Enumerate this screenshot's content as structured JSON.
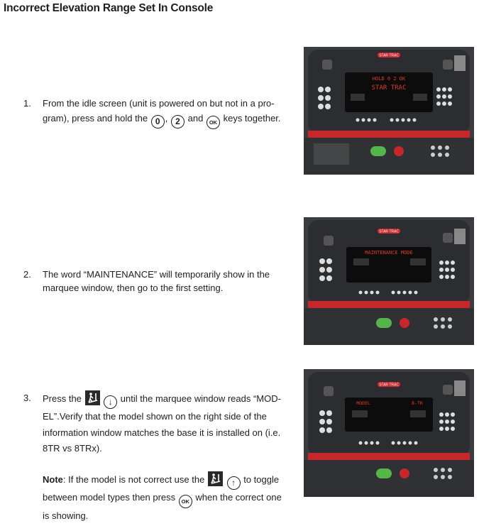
{
  "title": "Incorrect Elevation Range Set In Console",
  "brand_text": "STAR TRAC",
  "steps": [
    {
      "number": "1.",
      "line1": "From the idle screen (unit is powered on but not in a pro-",
      "line2_a": "gram), press and hold the",
      "key_a": "0",
      "sep_a": ",",
      "key_b": "2",
      "sep_b": "and",
      "key_c": "OK",
      "line2_end": "keys together.",
      "marquee": "HOLD 0 2 OK",
      "display_big": "STAR TRAC"
    },
    {
      "number": "2.",
      "line1": "The word “MAINTENANCE” will temporarily show in the",
      "line2": "marquee window, then go to the first setting.",
      "marquee": "MAINTENANCE MODE"
    },
    {
      "number": "3.",
      "press_the": "Press the",
      "line1_end": "until the marquee window reads “MOD-",
      "line2": "EL”.Verify that the model shown on the right side of the",
      "line3": "information window matches the base it is installed on (i.e.",
      "line4": "8TR vs 8TRx).",
      "note_label": "Note",
      "note_a": ": If the model is not correct use the",
      "note_b": "to toggle",
      "note_line2_a": "between model types then press",
      "note_key": "OK",
      "note_line2_b": "when the correct one",
      "note_line3": "is showing.",
      "marquee_left": "MODEL",
      "marquee_right": "8-TR"
    }
  ],
  "icons": [
    "walker-icon",
    "arrow-down-icon",
    "arrow-up-icon"
  ],
  "colors": {
    "console": "#2b2d30",
    "display": "#0c0c0c",
    "led": "#e23b2a",
    "accent_red": "#c8262a",
    "go_green": "#54b548"
  }
}
